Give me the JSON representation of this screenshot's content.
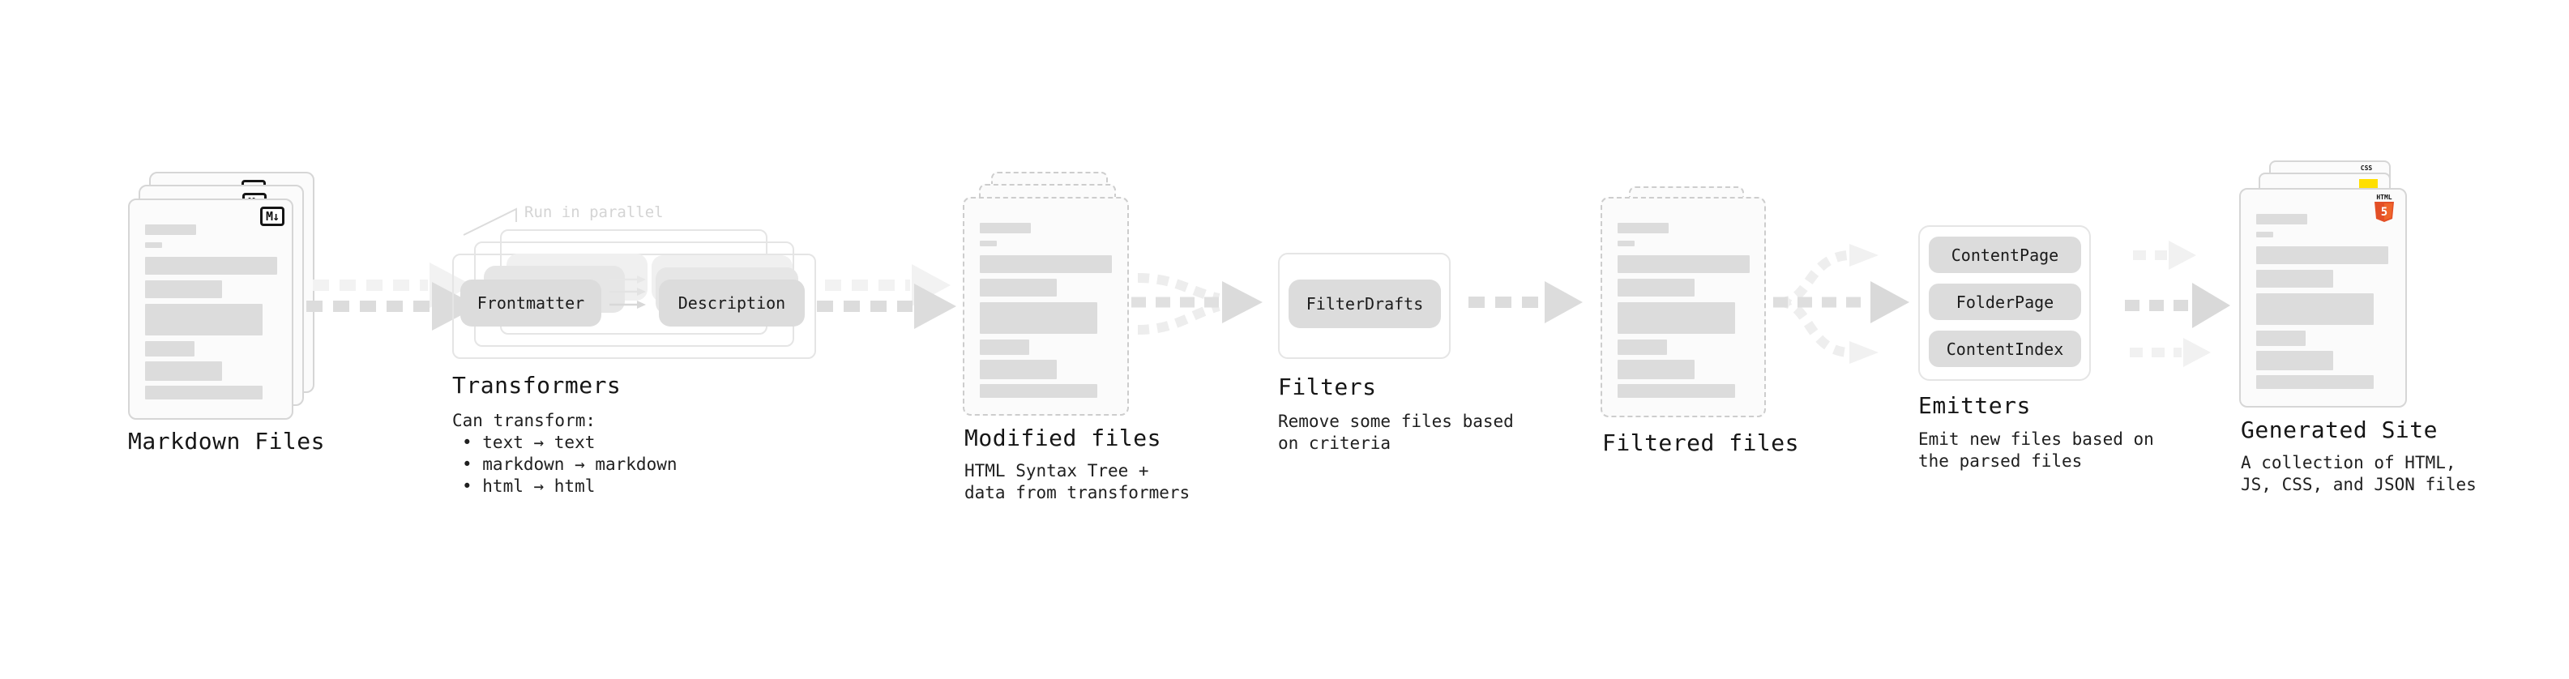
{
  "stages": {
    "markdown_files": {
      "title": "Markdown Files",
      "badge": "M↓"
    },
    "transformers": {
      "title": "Transformers",
      "run_label": "Run in parallel",
      "pill_left": "Frontmatter",
      "pill_right": "Description",
      "desc_heading": "Can transform:",
      "bullets": [
        "• text → text",
        "• markdown → markdown",
        "• html → html"
      ]
    },
    "modified_files": {
      "title": "Modified files",
      "desc_lines": [
        "HTML Syntax Tree +",
        "data from transformers"
      ]
    },
    "filters": {
      "title": "Filters",
      "pill": "FilterDrafts",
      "desc_lines": [
        "Remove some files based",
        "on criteria"
      ]
    },
    "filtered_files": {
      "title": "Filtered files"
    },
    "emitters": {
      "title": "Emitters",
      "pills": [
        "ContentPage",
        "FolderPage",
        "ContentIndex"
      ],
      "desc_lines": [
        "Emit new files based on",
        "the parsed files"
      ]
    },
    "generated_site": {
      "title": "Generated Site",
      "desc_lines": [
        "A collection of HTML,",
        "JS, CSS, and JSON files"
      ],
      "badge_css": "CSS",
      "badge_html_label": "HTML",
      "badge_html_number": "5"
    }
  },
  "colors": {
    "html5_orange": "#e34f26",
    "html5_orange_light": "#ef652a",
    "js_yellow": "#ffdf00",
    "css_blue": "#2965f1",
    "arrow_main": "#dcdcdc",
    "arrow_light": "#f1f1f1",
    "text": "#1c1c1c",
    "muted": "#d4d4d4"
  }
}
